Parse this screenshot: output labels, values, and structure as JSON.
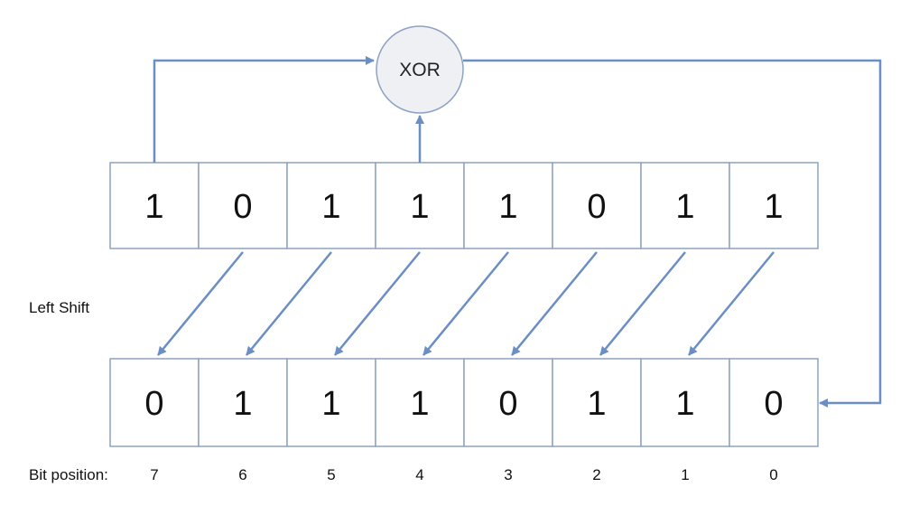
{
  "colors": {
    "arrow": "#6b8ec4",
    "cell_border": "#8ea2c4",
    "xor_fill": "#eef0f4"
  },
  "xor": {
    "label": "XOR"
  },
  "top_row": {
    "bits": [
      "1",
      "0",
      "1",
      "1",
      "1",
      "0",
      "1",
      "1"
    ]
  },
  "bottom_row": {
    "bits": [
      "0",
      "1",
      "1",
      "1",
      "0",
      "1",
      "1",
      "0"
    ]
  },
  "shift_label": "Left Shift",
  "bit_positions": {
    "label": "Bit position:",
    "values": [
      "7",
      "6",
      "5",
      "4",
      "3",
      "2",
      "1",
      "0"
    ]
  }
}
